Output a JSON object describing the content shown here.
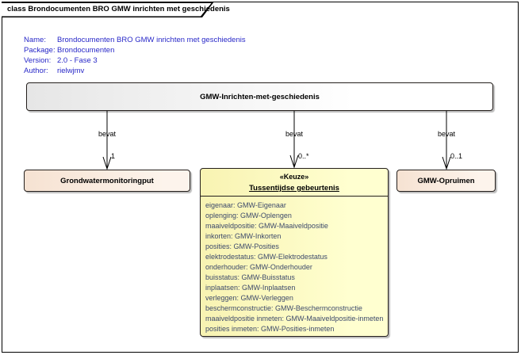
{
  "frame": {
    "title": "class Brondocumenten BRO GMW inrichten met geschiedenis"
  },
  "metadata": {
    "rows": [
      {
        "label": "Name:",
        "value": "Brondocumenten BRO GMW inrichten met geschiedenis"
      },
      {
        "label": "Package:",
        "value": "Brondocumenten"
      },
      {
        "label": "Version:",
        "value": "2.0 - Fase 3"
      },
      {
        "label": "Author:",
        "value": "rielwjmv"
      }
    ]
  },
  "classes": {
    "parent": {
      "name": "GMW-Inrichten-met-geschiedenis"
    },
    "left": {
      "name": "Grondwatermonitoringput"
    },
    "right": {
      "name": "GMW-Opruimen"
    },
    "middle": {
      "stereotype": "«Keuze»",
      "name": "Tussentijdse gebeurtenis",
      "attributes": [
        "eigenaar: GMW-Eigenaar",
        "oplenging: GMW-Oplengen",
        "maaiveldpositie: GMW-Maaiveldpositie",
        "inkorten: GMW-Inkorten",
        "posities: GMW-Posities",
        "elektrodestatus: GMW-Elektrodestatus",
        "onderhouder: GMW-Onderhouder",
        "buisstatus: GMW-Buisstatus",
        "inplaatsen: GMW-Inplaatsen",
        "verleggen: GMW-Verleggen",
        "beschermconstructie: GMW-Beschermconstructie",
        "maaiveldpositie inmeten: GMW-Maaiveldpositie-inmeten",
        "posities inmeten: GMW-Posities-inmeten"
      ]
    }
  },
  "connectors": [
    {
      "label": "bevat",
      "multiplicity": "1"
    },
    {
      "label": "bevat",
      "multiplicity": "0..*"
    },
    {
      "label": "bevat",
      "multiplicity": "0..1"
    }
  ],
  "colors": {
    "metadata_text": "#2828c8",
    "attribute_text": "#3d4a6b",
    "choice_fill": "#fbf8c0",
    "class_fill": "#f6e2d2",
    "parent_fill": "#e6e6e6",
    "border": "#241f1c"
  }
}
